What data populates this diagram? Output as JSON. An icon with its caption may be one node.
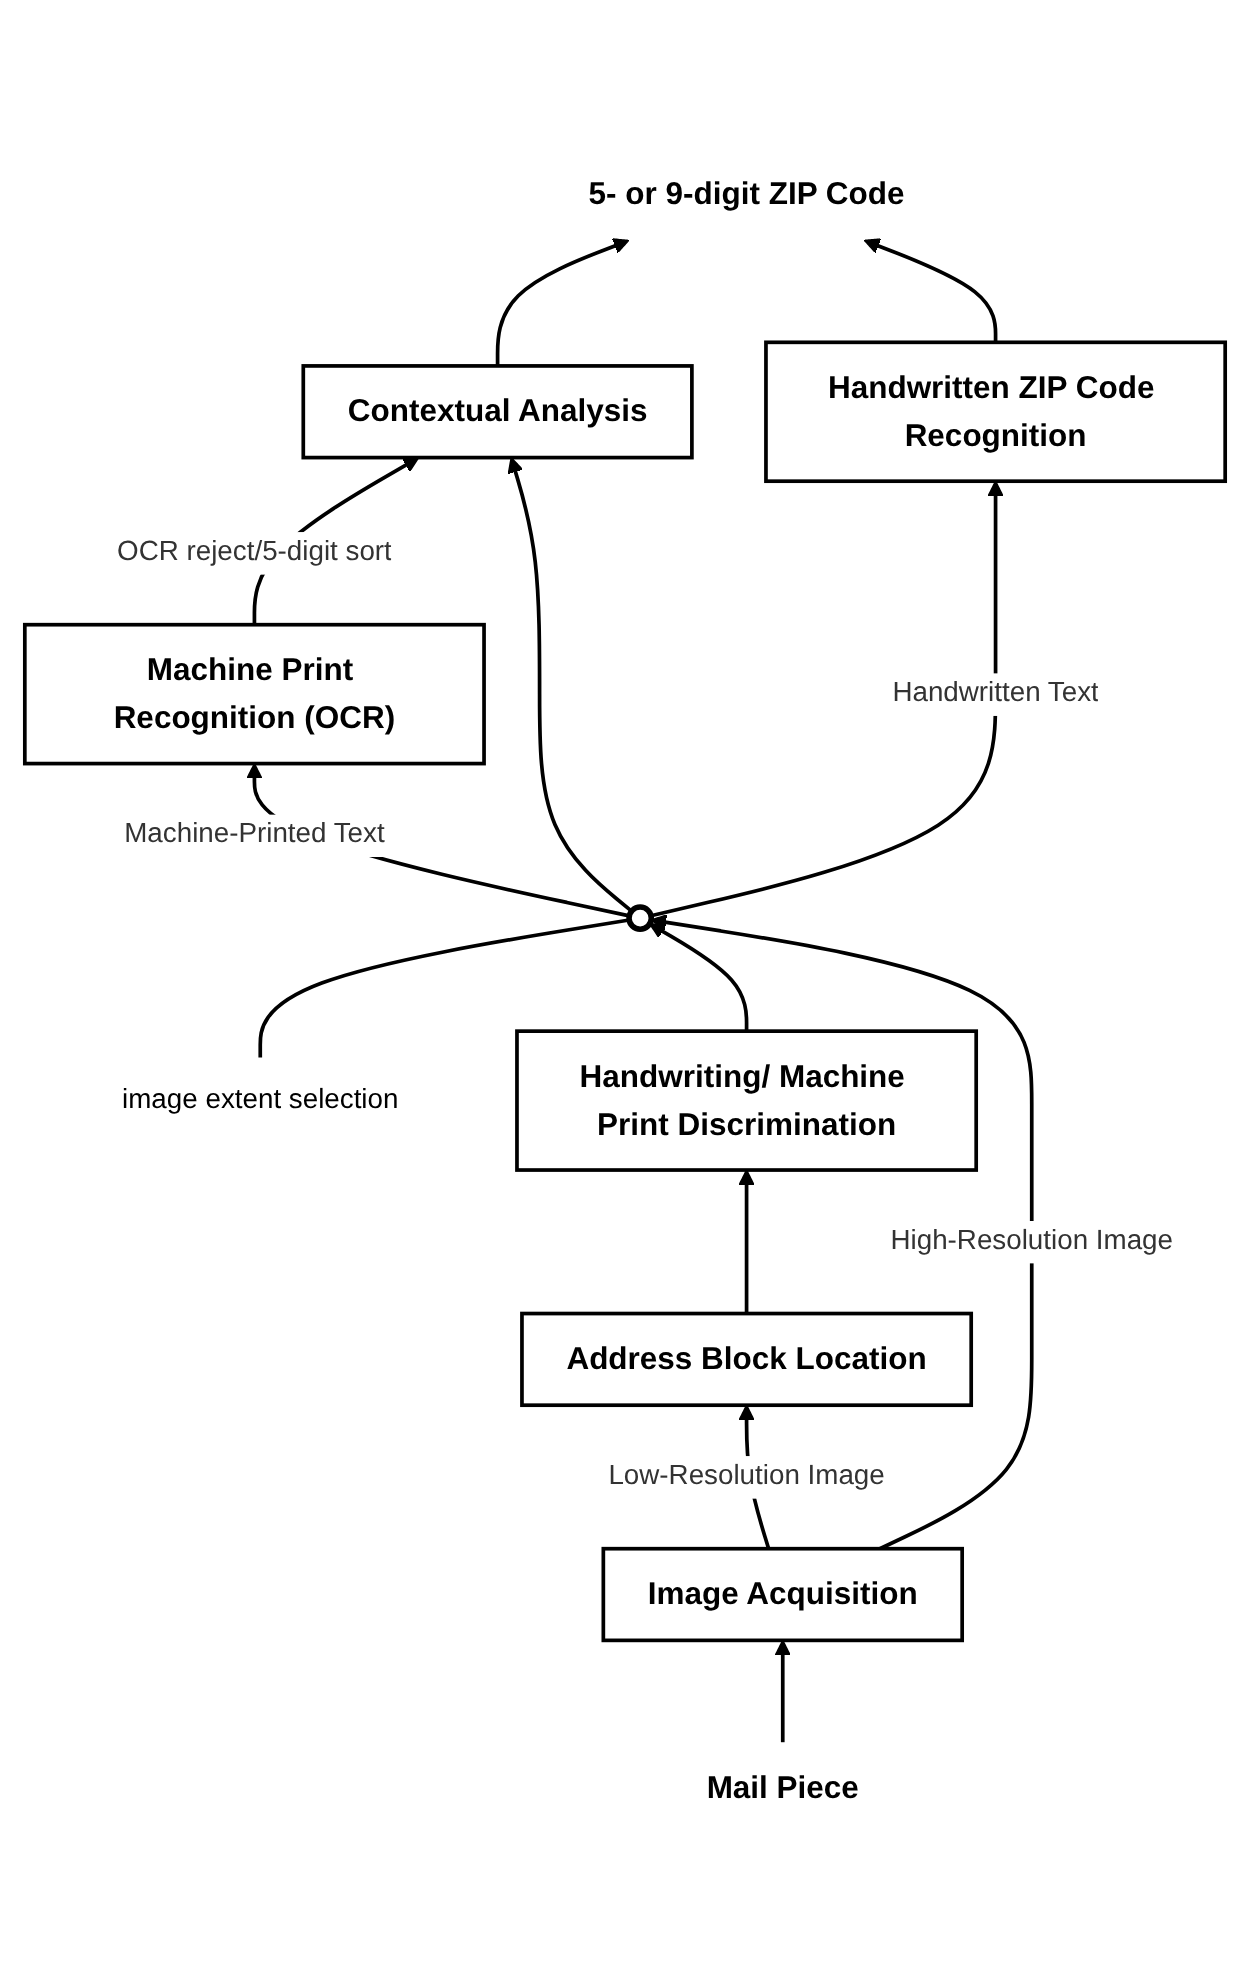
{
  "diagram": {
    "nodes": [
      {
        "text": [
          "5- or 9-digit ZIP Code"
        ]
      },
      {
        "text": [
          "Contextual Analysis"
        ]
      },
      {
        "text": [
          "Machine Print Recognition (OCR)"
        ]
      },
      {
        "text": [
          "Handwritten ZIP Code Recognition"
        ]
      },
      {
        "text": [],
        "shape": "circle"
      },
      {
        "text": [
          "image extent selection"
        ]
      },
      {
        "text": [
          "Handwriting/ Machine Print Discrimination"
        ]
      },
      {
        "text": [
          "Address Block Location"
        ]
      },
      {
        "text": [
          "Image Acquisition"
        ]
      },
      {
        "text": [
          "Mail Piece"
        ]
      }
    ],
    "edges": [
      {
        "from": 1,
        "to": 0,
        "arrow": "to"
      },
      {
        "from": 3,
        "to": 0,
        "arrow": "to"
      },
      {
        "from": 2,
        "to": 1,
        "label": "OCR reject/5-digit sort",
        "arrow": "to"
      },
      {
        "from": 4,
        "to": 1,
        "arrow": "to"
      },
      {
        "from": 4,
        "to": 2,
        "label": "Machine-Printed Text",
        "arrow": "to"
      },
      {
        "from": 4,
        "to": 3,
        "label": "Handwritten Text",
        "arrow": "to"
      },
      {
        "from": 5,
        "to": 4,
        "arrow": "none"
      },
      {
        "from": 6,
        "to": 4,
        "arrow": "to"
      },
      {
        "from": 7,
        "to": 6,
        "arrow": "to"
      },
      {
        "from": 8,
        "to": 4,
        "label": "High-Resolution Image",
        "arrow": "to"
      },
      {
        "from": 8,
        "to": 7,
        "label": "Low-Resolution Image",
        "arrow": "to"
      },
      {
        "from": 9,
        "to": 8,
        "arrow": "to"
      }
    ]
  }
}
